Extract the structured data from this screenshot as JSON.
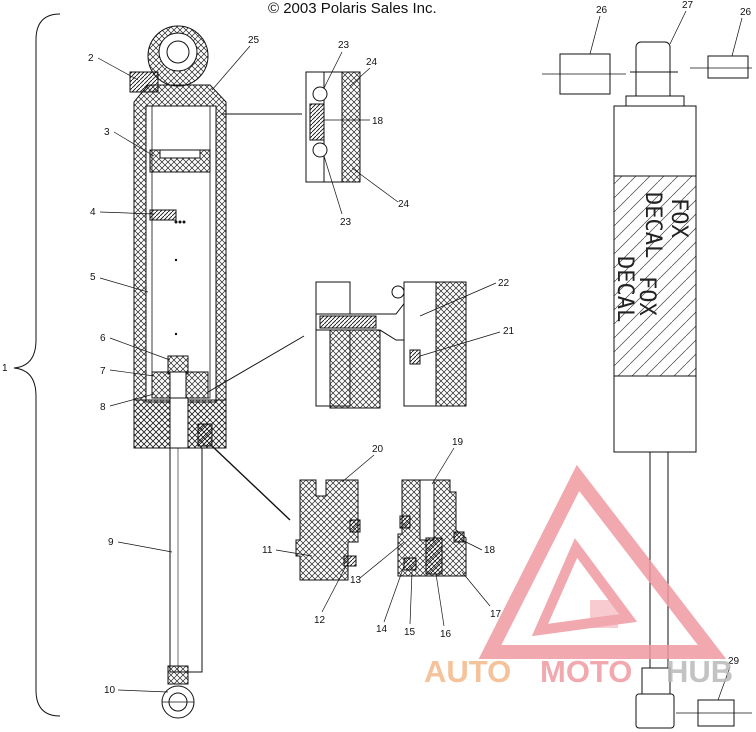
{
  "copyright": "© 2003 Polaris Sales Inc.",
  "callouts": {
    "c1": "1",
    "c2": "2",
    "c3": "3",
    "c4": "4",
    "c5": "5",
    "c6": "6",
    "c7": "7",
    "c8": "8",
    "c9": "9",
    "c10": "10",
    "c11": "11",
    "c12": "12",
    "c13": "13",
    "c14": "14",
    "c15": "15",
    "c16": "16",
    "c17": "17",
    "c18a": "18",
    "c18b": "18",
    "c19": "19",
    "c20": "20",
    "c21": "21",
    "c22": "22",
    "c23a": "23",
    "c23b": "23",
    "c24a": "24",
    "c24b": "24",
    "c25": "25",
    "c26a": "26",
    "c26b": "26",
    "c27": "27",
    "c29": "29"
  },
  "decal": {
    "line1": "FOX",
    "line2": "DECAL",
    "line3": "FOX",
    "line4": "DECAL"
  },
  "watermark": {
    "part1": "AUTO",
    "part2": "MOTO",
    "part3": "HUB",
    "color_auto": "#f3b88a",
    "color_moto": "#ef9aa0",
    "color_hub": "#b9b9b9"
  }
}
